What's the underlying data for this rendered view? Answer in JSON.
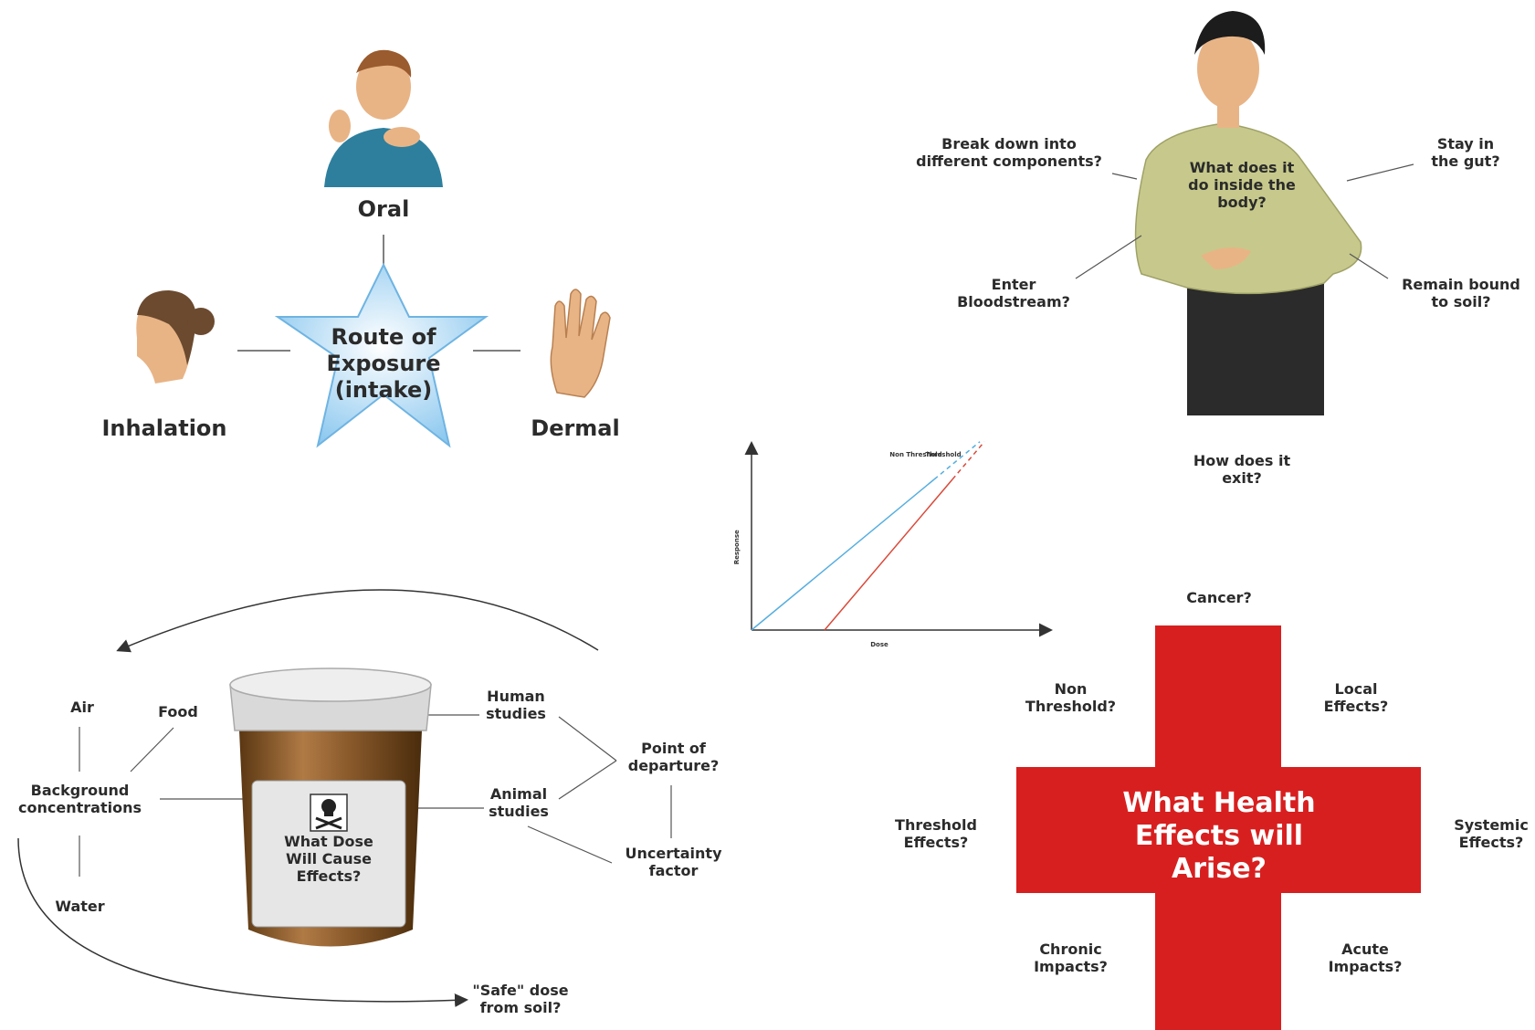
{
  "exposure": {
    "center": "Route of\nExposure\n(intake)",
    "oral": "Oral",
    "inhalation": "Inhalation",
    "dermal": "Dermal"
  },
  "body": {
    "center": "What does it\ndo inside the\nbody?",
    "break_down": "Break down into\ndifferent components?",
    "stay_gut": "Stay in\nthe gut?",
    "bloodstream": "Enter\nBloodstream?",
    "bound_soil": "Remain bound\nto soil?",
    "exit": "How does it\nexit?"
  },
  "dose": {
    "label": "What Dose\nWill Cause\nEffects?",
    "air": "Air",
    "food": "Food",
    "background": "Background\nconcentrations",
    "water": "Water",
    "human": "Human\nstudies",
    "animal": "Animal\nstudies",
    "pod": "Point of\ndeparture?",
    "uncertainty": "Uncertainty\nfactor",
    "safe": "\"Safe\" dose\nfrom soil?"
  },
  "health": {
    "center": "What Health\nEffects will\nArise?",
    "cancer": "Cancer?",
    "non_threshold": "Non\nThreshold?",
    "local": "Local\nEffects?",
    "threshold": "Threshold\nEffects?",
    "systemic": "Systemic\nEffects?",
    "chronic": "Chronic\nImpacts?",
    "acute": "Acute\nImpacts?"
  },
  "colors": {
    "star": "#a9d8f5",
    "cross": "#d81f1f",
    "shirt": "#c6c98b",
    "jar": "#8a5a2b",
    "non_threshold_line": "#56aee0",
    "threshold_line": "#d94a3a"
  },
  "chart_data": {
    "type": "line",
    "xlabel": "Dose",
    "ylabel": "Response",
    "series": [
      {
        "name": "Non Threshold",
        "x": [
          0,
          1
        ],
        "y": [
          0,
          1
        ]
      },
      {
        "name": "Threshold",
        "x": [
          0.4,
          1.1
        ],
        "y": [
          0,
          1
        ]
      }
    ]
  }
}
